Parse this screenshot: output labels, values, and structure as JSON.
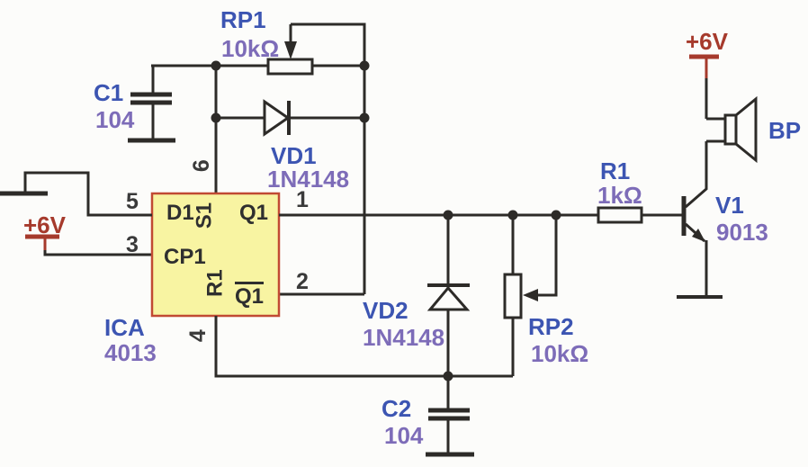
{
  "diagram_type": "circuit-schematic",
  "colors": {
    "wire": "#2d2b28",
    "component_name": "#3c55b2",
    "component_value": "#7d6cb8",
    "supply_red": "#a63a2c",
    "ic_fill": "#f8f4a2",
    "ic_border": "#c14a33"
  },
  "supply": {
    "left_label": "+6V",
    "right_label": "+6V"
  },
  "components": {
    "c1": {
      "name": "C1",
      "value": "104"
    },
    "rp1": {
      "name": "RP1",
      "value": "10kΩ"
    },
    "vd1": {
      "name": "VD1",
      "value": "1N4148"
    },
    "vd2": {
      "name": "VD2",
      "value": "1N4148"
    },
    "rp2": {
      "name": "RP2",
      "value": "10kΩ"
    },
    "c2": {
      "name": "C2",
      "value": "104"
    },
    "r1": {
      "name": "R1",
      "value": "1kΩ"
    },
    "v1": {
      "name": "V1",
      "value": "9013"
    },
    "bp": {
      "name": "BP"
    },
    "ic": {
      "name": "ICA",
      "value": "4013",
      "pin_labels": {
        "d": "D1",
        "s": "S1",
        "cp": "CP1",
        "r": "R1",
        "q": "Q1",
        "qbar": "Q1"
      },
      "pin_numbers": {
        "d": "5",
        "cp": "3",
        "s": "6",
        "r": "4",
        "q": "1",
        "qbar": "2"
      }
    }
  }
}
